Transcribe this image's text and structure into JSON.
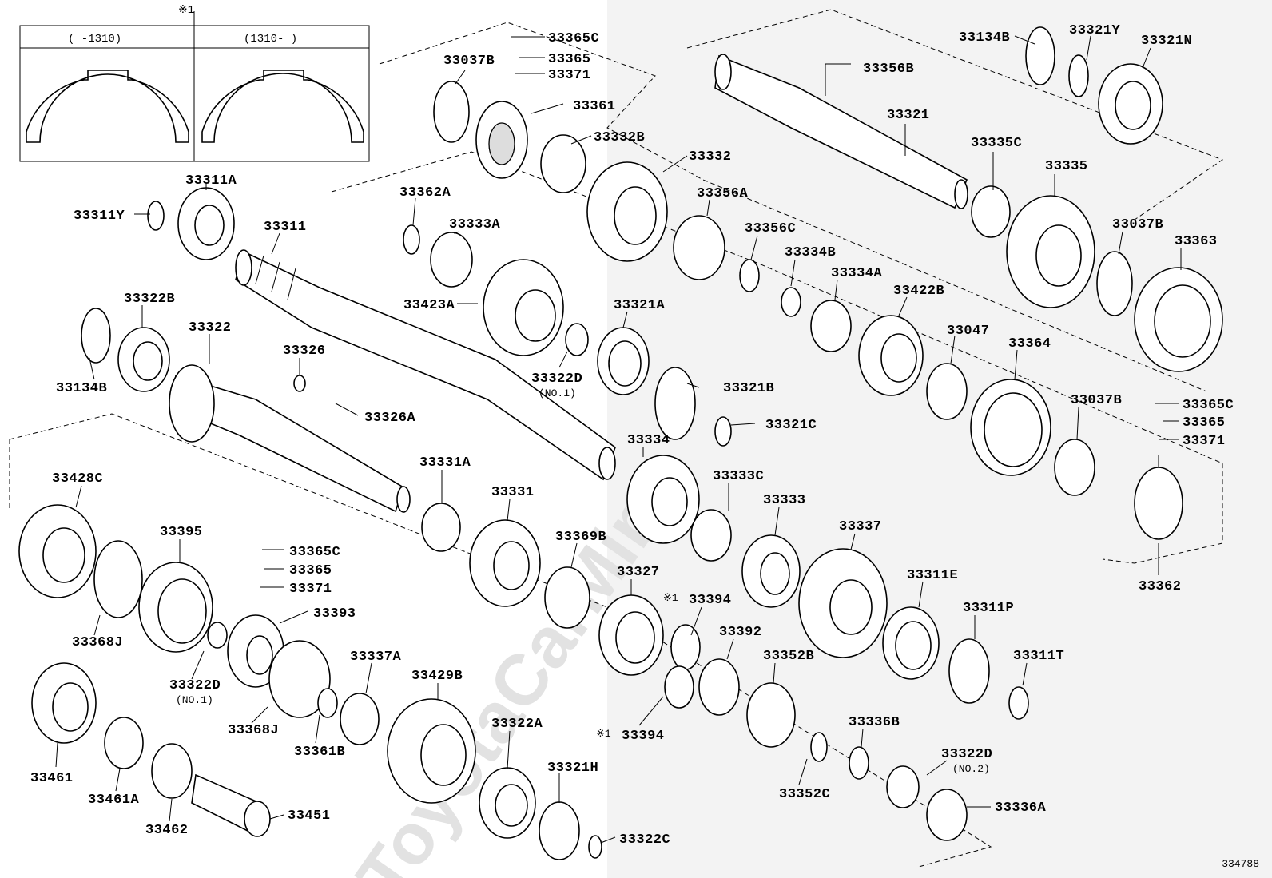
{
  "inset": {
    "marker": "※1",
    "left_range": "(    -1310)",
    "right_range": "(1310-    )"
  },
  "watermark": "ToyotaCarMine",
  "reference_number": "334788",
  "sub_labels": {
    "no1a": "(NO.1)",
    "no1b": "(NO.1)",
    "no2": "(NO.2)",
    "ast1": "※1",
    "ast2": "※1"
  },
  "labels": {
    "p33365C_a": "33365C",
    "p33365_a": "33365",
    "p33371_a": "33371",
    "p33037B_a": "33037B",
    "p33361": "33361",
    "p33332B": "33332B",
    "p33332": "33332",
    "p33134B_a": "33134B",
    "p33321Y": "33321Y",
    "p33321N": "33321N",
    "p33356B": "33356B",
    "p33321": "33321",
    "p33335C": "33335C",
    "p33335": "33335",
    "p33037B_b": "33037B",
    "p33363": "33363",
    "p33311A": "33311A",
    "p33311Y": "33311Y",
    "p33311": "33311",
    "p33362A": "33362A",
    "p33333A": "33333A",
    "p33356A": "33356A",
    "p33356C": "33356C",
    "p33334B": "33334B",
    "p33334A": "33334A",
    "p33422B": "33422B",
    "p33423A": "33423A",
    "p33321A": "33321A",
    "p33322D_a": "33322D",
    "p33047": "33047",
    "p33364": "33364",
    "p33322B": "33322B",
    "p33322": "33322",
    "p33134B_b": "33134B",
    "p33326": "33326",
    "p33326A": "33326A",
    "p33321B": "33321B",
    "p33321C": "33321C",
    "p33037B_c": "33037B",
    "p33365C_b": "33365C",
    "p33365_b": "33365",
    "p33371_b": "33371",
    "p33334": "33334",
    "p33333C": "33333C",
    "p33428C": "33428C",
    "p33331A": "33331A",
    "p33331": "33331",
    "p33333": "33333",
    "p33337": "33337",
    "p33395": "33395",
    "p33369B": "33369B",
    "p33362": "33362",
    "p33365C_c": "33365C",
    "p33365_c": "33365",
    "p33371_c": "33371",
    "p33327": "33327",
    "p33394_a": "33394",
    "p33311E": "33311E",
    "p33368J_a": "33368J",
    "p33393": "33393",
    "p33392": "33392",
    "p33311P": "33311P",
    "p33352B": "33352B",
    "p33311T": "33311T",
    "p33322D_b": "33322D",
    "p33337A": "33337A",
    "p33429B": "33429B",
    "p33368J_b": "33368J",
    "p33361B": "33361B",
    "p33394_b": "33394",
    "p33336B": "33336B",
    "p33322A": "33322A",
    "p33322D_c": "33322D",
    "p33461": "33461",
    "p33461A": "33461A",
    "p33321H": "33321H",
    "p33352C": "33352C",
    "p33462": "33462",
    "p33451": "33451",
    "p33336A": "33336A",
    "p33322C": "33322C"
  }
}
